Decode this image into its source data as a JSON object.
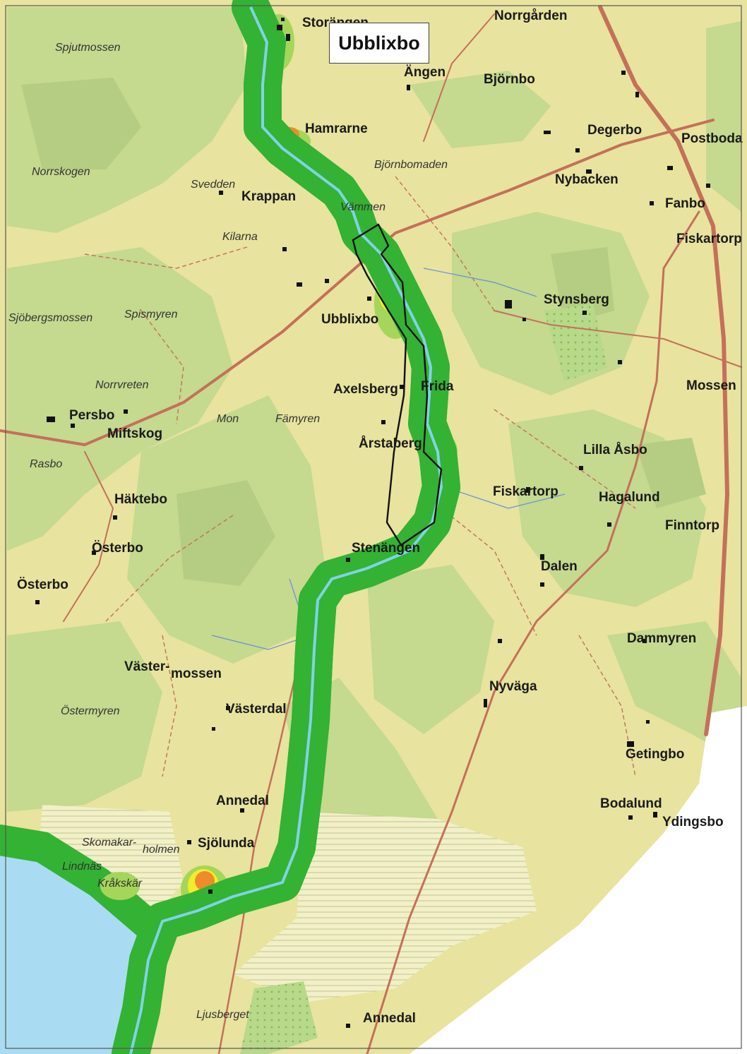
{
  "title": "Ubblixbo",
  "colors": {
    "farmland": "#e8e39e",
    "forest": "#c5d98f",
    "forest_dark": "#b4cd82",
    "water": "#a9dcf2",
    "river": "#7fd3e6",
    "buffer_green": "#33b233",
    "buffer_light": "#a5d65a",
    "risk_yellow": "#f2ec2a",
    "risk_orange": "#ef8b2a",
    "road": "#c4705a",
    "building": "#111111"
  },
  "labels": [
    {
      "text": "Storängen",
      "style": "bold"
    },
    {
      "text": "Norrgården",
      "style": "bold"
    },
    {
      "text": "Spjutmossen",
      "style": "italic"
    },
    {
      "text": "Ängen",
      "style": "bold"
    },
    {
      "text": "Björnbo",
      "style": "bold"
    },
    {
      "text": "Hamrarne",
      "style": "bold"
    },
    {
      "text": "Degerbo",
      "style": "bold"
    },
    {
      "text": "Postboda",
      "style": "bold"
    },
    {
      "text": "Björnbomaden",
      "style": "italic"
    },
    {
      "text": "Norrskogen",
      "style": "italic"
    },
    {
      "text": "Svedden",
      "style": "italic"
    },
    {
      "text": "Krappan",
      "style": "bold"
    },
    {
      "text": "Nybacken",
      "style": "bold"
    },
    {
      "text": "Fanbo",
      "style": "bold"
    },
    {
      "text": "Vämmen",
      "style": "italic"
    },
    {
      "text": "Fiskartorp",
      "style": "bold"
    },
    {
      "text": "Kilarna",
      "style": "italic"
    },
    {
      "text": "Stynsberg",
      "style": "bold"
    },
    {
      "text": "Sjöbergsmossen",
      "style": "italic"
    },
    {
      "text": "Spismyren",
      "style": "italic"
    },
    {
      "text": "Ubblixbo",
      "style": "bold"
    },
    {
      "text": "Norrvreten",
      "style": "italic"
    },
    {
      "text": "Axelsberg",
      "style": "bold"
    },
    {
      "text": "Frida",
      "style": "bold"
    },
    {
      "text": "Mossen",
      "style": "bold"
    },
    {
      "text": "Persbo",
      "style": "bold"
    },
    {
      "text": "Mon",
      "style": "italic"
    },
    {
      "text": "Fämyren",
      "style": "italic"
    },
    {
      "text": "Miftskog",
      "style": "bold"
    },
    {
      "text": "Årstaberg",
      "style": "bold"
    },
    {
      "text": "Lilla Åsbo",
      "style": "bold"
    },
    {
      "text": "Rasbo",
      "style": "italic"
    },
    {
      "text": "Fiskartorp",
      "style": "bold"
    },
    {
      "text": "Hagalund",
      "style": "bold"
    },
    {
      "text": "Häktebo",
      "style": "bold"
    },
    {
      "text": "Finntorp",
      "style": "bold"
    },
    {
      "text": "Österbo",
      "style": "bold"
    },
    {
      "text": "Stenängen",
      "style": "bold"
    },
    {
      "text": "Dalen",
      "style": "bold"
    },
    {
      "text": "Österbo",
      "style": "bold"
    },
    {
      "text": "Dammyren",
      "style": "bold"
    },
    {
      "text": "Väster-",
      "style": "bold"
    },
    {
      "text": "mossen",
      "style": "bold"
    },
    {
      "text": "Nyväga",
      "style": "bold"
    },
    {
      "text": "Östermyren",
      "style": "italic"
    },
    {
      "text": "Västerdal",
      "style": "bold"
    },
    {
      "text": "Getingbo",
      "style": "bold"
    },
    {
      "text": "Annedal",
      "style": "bold"
    },
    {
      "text": "Bodalund",
      "style": "bold"
    },
    {
      "text": "Ydingsbo",
      "style": "bold"
    },
    {
      "text": "Skomakar-",
      "style": "italic"
    },
    {
      "text": "holmen",
      "style": "italic"
    },
    {
      "text": "Sjölunda",
      "style": "bold"
    },
    {
      "text": "Lindnäs",
      "style": "italic"
    },
    {
      "text": "Kråkskär",
      "style": "italic"
    },
    {
      "text": "Ljusberget",
      "style": "italic"
    },
    {
      "text": "Annedal",
      "style": "bold"
    }
  ]
}
